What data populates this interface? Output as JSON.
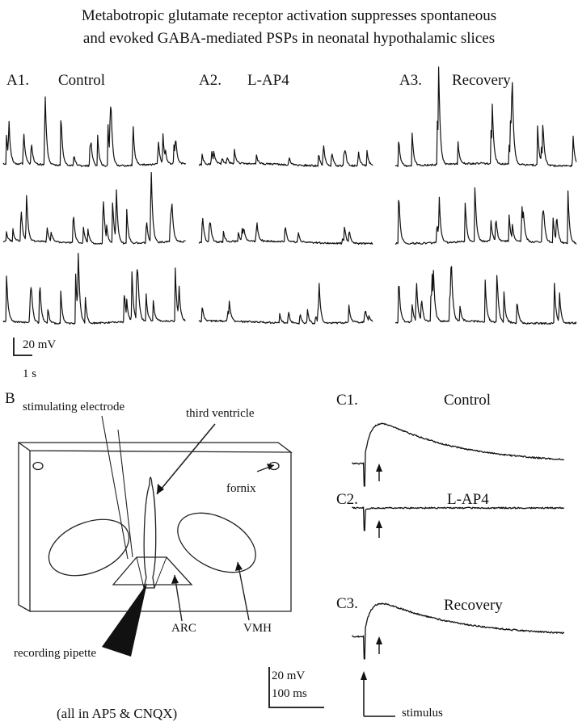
{
  "title": {
    "line1": "Metabotropic glutamate receptor activation suppresses spontaneous",
    "line2": "and evoked GABA-mediated PSPs in neonatal hypothalamic slices"
  },
  "panel_a": {
    "a1": {
      "id": "A1.",
      "condition": "Control"
    },
    "a2": {
      "id": "A2.",
      "condition": "L-AP4"
    },
    "a3": {
      "id": "A3.",
      "condition": "Recovery"
    },
    "scalebar": {
      "voltage": "20 mV",
      "time": "1 s"
    }
  },
  "panel_b": {
    "id": "B",
    "labels": {
      "stimulating_electrode": "stimulating electrode",
      "third_ventricle": "third ventricle",
      "fornix": "fornix",
      "arc": "ARC",
      "vmh": "VMH",
      "recording_pipette": "recording pipette"
    },
    "footnote": "(all in AP5 & CNQX)"
  },
  "panel_c": {
    "c1": {
      "id": "C1.",
      "condition": "Control"
    },
    "c2": {
      "id": "C2.",
      "condition": "L-AP4"
    },
    "c3": {
      "id": "C3.",
      "condition": "Recovery"
    },
    "scalebar": {
      "voltage": "20 mV",
      "time": "100 ms"
    },
    "stimulus_label": "stimulus"
  }
}
